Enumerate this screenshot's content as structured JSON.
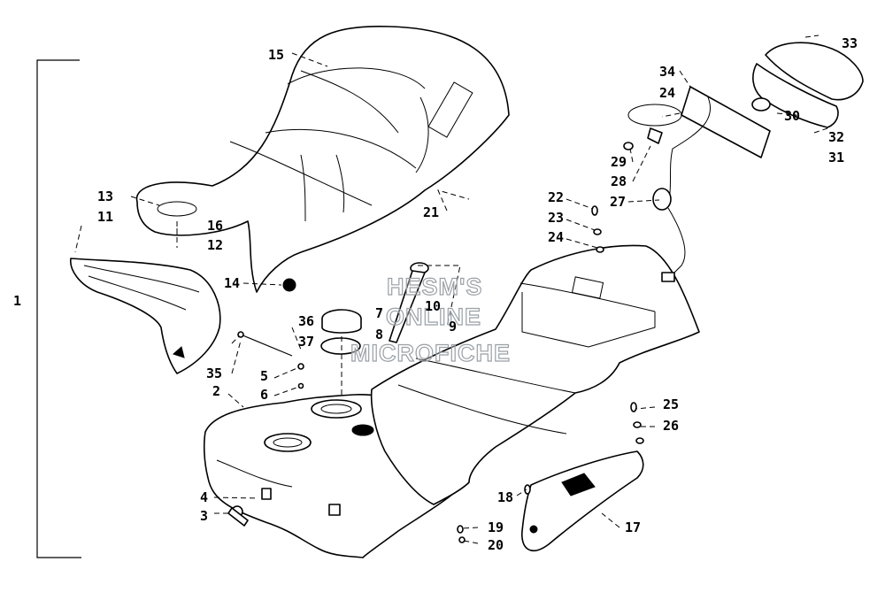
{
  "callouts": {
    "c1": "1",
    "c2": "2",
    "c3": "3",
    "c4": "4",
    "c5": "5",
    "c6": "6",
    "c7": "7",
    "c8": "8",
    "c9": "9",
    "c10": "10",
    "c11": "11",
    "c12": "12",
    "c13": "13",
    "c14": "14",
    "c15": "15",
    "c16": "16",
    "c17": "17",
    "c18": "18",
    "c19": "19",
    "c20": "20",
    "c21": "21",
    "c22": "22",
    "c23": "23",
    "c24a": "24",
    "c24b": "24",
    "c25": "25",
    "c26": "26",
    "c27": "27",
    "c28": "28",
    "c29": "29",
    "c30": "30",
    "c31": "31",
    "c32": "32",
    "c33": "33",
    "c34": "34",
    "c35": "35",
    "c36": "36",
    "c37": "37"
  },
  "watermark": {
    "line1": "HESM'S",
    "line2": "ONLINE",
    "line3": "MICROFICHE"
  }
}
